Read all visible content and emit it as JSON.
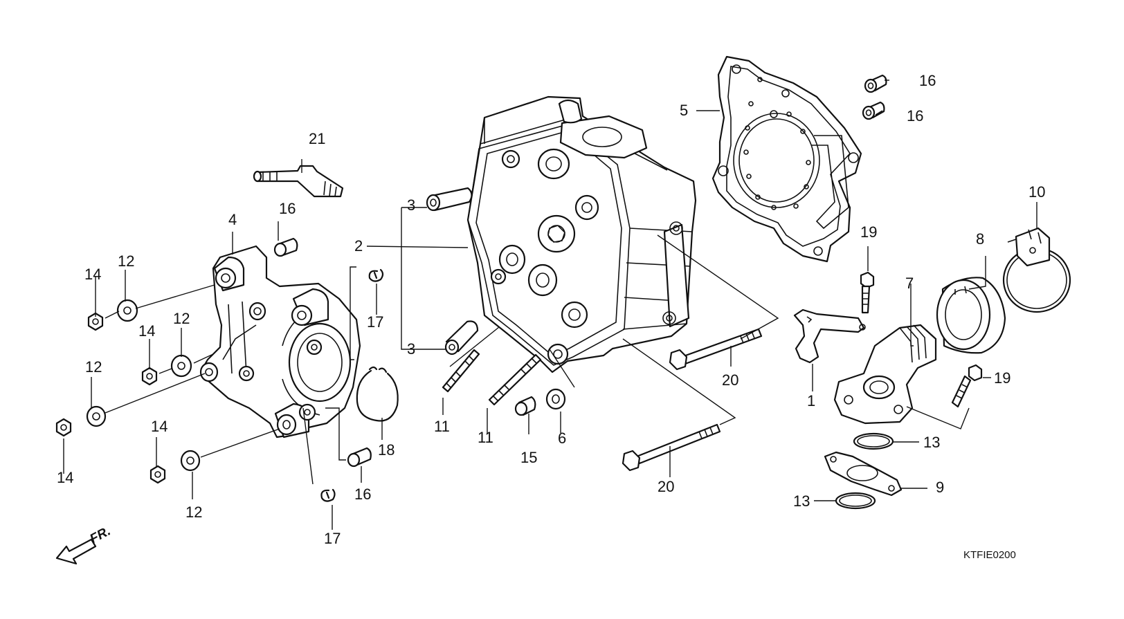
{
  "diagram": {
    "catalog_code": "KTFIE0200",
    "front_marker": "FR.",
    "callouts": [
      "1",
      "2",
      "3",
      "3",
      "4",
      "5",
      "6",
      "7",
      "8",
      "9",
      "10",
      "11",
      "11",
      "12",
      "12",
      "12",
      "12",
      "13",
      "13",
      "14",
      "14",
      "14",
      "14",
      "15",
      "16",
      "16",
      "16",
      "16",
      "17",
      "17",
      "18",
      "19",
      "19",
      "20",
      "20",
      "21"
    ]
  }
}
